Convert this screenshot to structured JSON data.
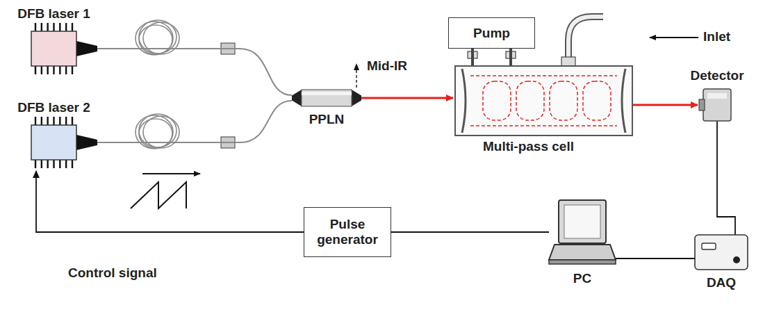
{
  "diagram": {
    "nodes": [
      {
        "text": [
          "DFB laser 1"
        ]
      },
      {
        "text": [
          "DFB laser 2"
        ]
      },
      {
        "text": [
          "PPLN"
        ]
      },
      {
        "text": [
          "Multi-pass cell"
        ]
      },
      {
        "text": [
          "Pump"
        ]
      },
      {
        "text": [
          "Detector"
        ]
      },
      {
        "text": [
          "DAQ"
        ]
      },
      {
        "text": [
          "PC"
        ]
      },
      {
        "text": [
          "Pulse generator"
        ]
      }
    ],
    "edges": [
      {
        "from": 0,
        "to": 2,
        "arrow": "none"
      },
      {
        "from": 1,
        "to": 2,
        "arrow": "none"
      },
      {
        "from": 2,
        "to": 3,
        "arrow": "to"
      },
      {
        "from": 3,
        "to": 5,
        "arrow": "to"
      },
      {
        "from": 4,
        "to": 3,
        "arrow": "none"
      },
      {
        "from": 5,
        "to": 6,
        "arrow": "none"
      },
      {
        "from": 7,
        "to": 6,
        "arrow": "none"
      },
      {
        "from": 8,
        "to": 7,
        "arrow": "none"
      },
      {
        "from": 8,
        "to": 1,
        "arrow": "to"
      }
    ],
    "labels": [
      "Mid-IR",
      "Inlet",
      "Control signal"
    ]
  }
}
